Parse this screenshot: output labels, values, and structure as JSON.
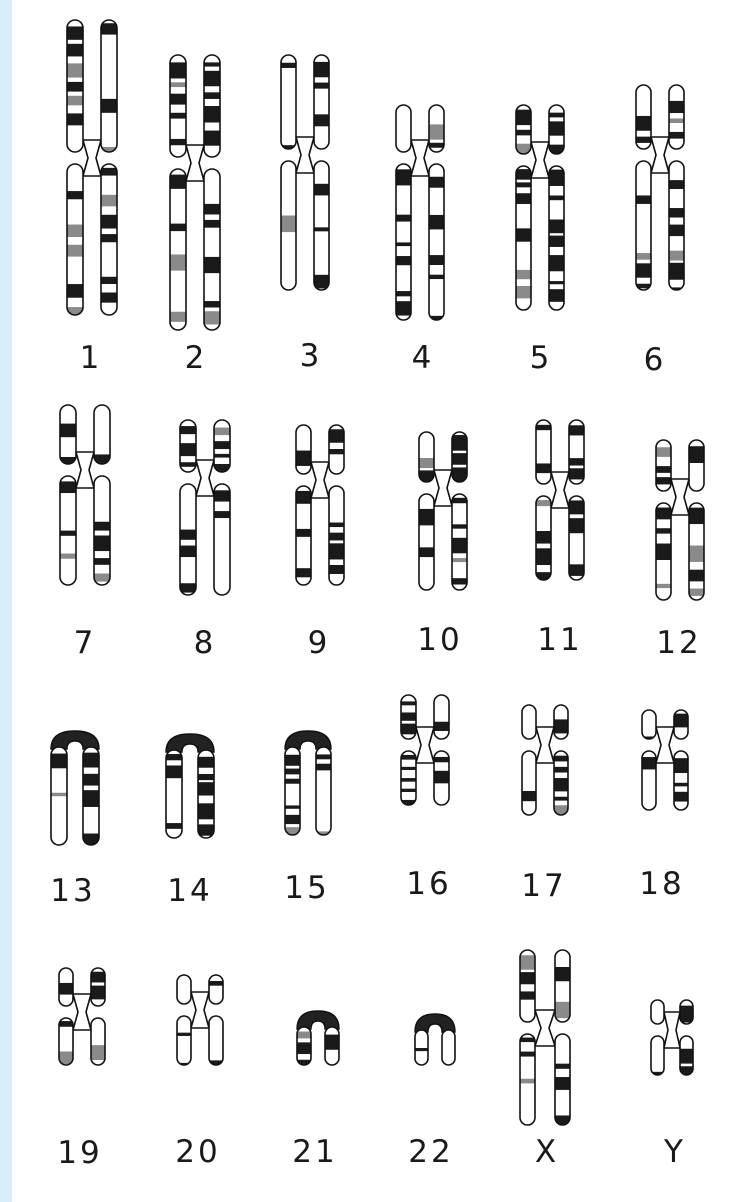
{
  "accent_color": "#d9eefa",
  "chromosomes": [
    {
      "label": "1"
    },
    {
      "label": "2"
    },
    {
      "label": "3"
    },
    {
      "label": "4"
    },
    {
      "label": "5"
    },
    {
      "label": "6"
    },
    {
      "label": "7"
    },
    {
      "label": "8"
    },
    {
      "label": "9"
    },
    {
      "label": "10"
    },
    {
      "label": "11"
    },
    {
      "label": "12"
    },
    {
      "label": "13"
    },
    {
      "label": "14"
    },
    {
      "label": "15"
    },
    {
      "label": "16"
    },
    {
      "label": "17"
    },
    {
      "label": "18"
    },
    {
      "label": "19"
    },
    {
      "label": "20"
    },
    {
      "label": "21"
    },
    {
      "label": "22"
    },
    {
      "label": "X"
    },
    {
      "label": "Y"
    }
  ]
}
